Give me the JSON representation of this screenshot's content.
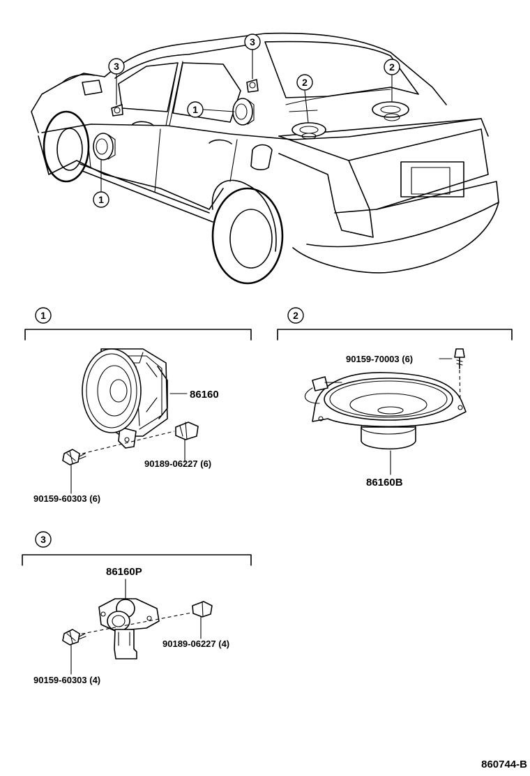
{
  "callout_numbers": [
    "1",
    "2",
    "3"
  ],
  "sections": [
    {
      "number": "1"
    },
    {
      "number": "2"
    },
    {
      "number": "3"
    }
  ],
  "parts": {
    "front_speaker": "86160",
    "front_speaker_nut": "90189-06227 (6)",
    "front_speaker_screw": "90159-60303 (6)",
    "rear_speaker": "86160B",
    "rear_speaker_screw": "90159-70003 (6)",
    "tweeter": "86160P",
    "tweeter_nut": "90189-06227 (4)",
    "tweeter_screw": "90159-60303 (4)"
  },
  "figure_code": "860744-B"
}
